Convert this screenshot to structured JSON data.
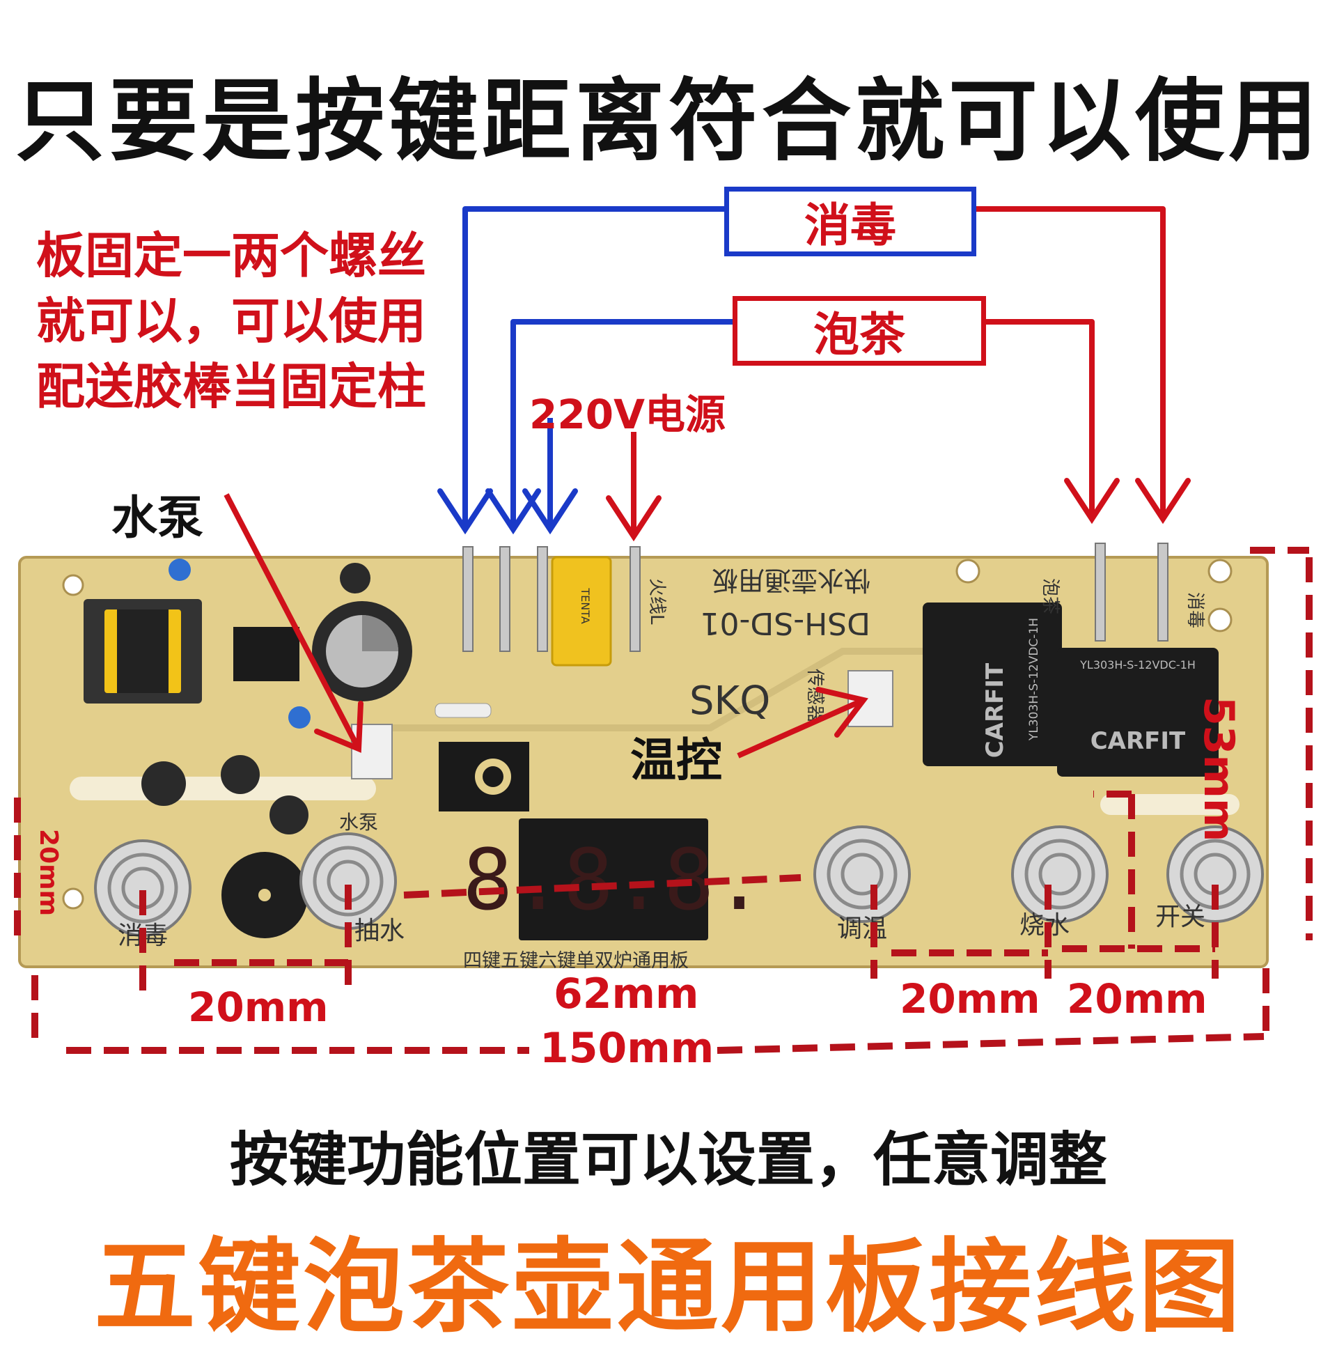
{
  "header": {
    "title": "只要是按键距离符合就可以使用"
  },
  "mounting_note": {
    "lines": [
      "板固定一两个螺丝",
      "就可以，可以使用",
      "配送胶棒当固定柱"
    ]
  },
  "wiring_labels": {
    "disinfect": "消毒",
    "tea": "泡茶",
    "power": "220V电源",
    "pump": "水泵",
    "temp_control": "温控"
  },
  "board": {
    "model": "DSH-SD-01",
    "brand": "SKQ",
    "name": "快水壶通用板",
    "bottom_text": "四键五键六键单双炉通用板",
    "relay_brand": "CARFIT",
    "relay_model_1": "YL303H-S-12VDC-1H",
    "relay_model_2": "YL303H-S-12VDC-1H",
    "capacitor_brand": "TENTA",
    "display_digits": "8.8.8.",
    "button_labels": [
      "消毒",
      "抽水",
      "调温",
      "烧水",
      "开关"
    ],
    "silk_labels": {
      "pump": "水泵",
      "sensor": "传感器",
      "fire": "火线L",
      "relay_tea": "泡茶",
      "relay_disinfect": "消毒"
    }
  },
  "dimensions": {
    "left_button_gap": "20mm",
    "middle_gap": "62mm",
    "right_gap_1": "20mm",
    "right_gap_2": "20mm",
    "total_width": "150mm",
    "height": "53mm",
    "button_height": "20mm"
  },
  "footer": {
    "subtitle": "按键功能位置可以设置，任意调整",
    "main_title": "五键泡茶壶通用板接线图"
  },
  "colors": {
    "blue_wire": "#1a3ac8",
    "red_wire": "#d0101a",
    "footer_orange": "#f06a10",
    "pcb": "#e3cf8c"
  }
}
